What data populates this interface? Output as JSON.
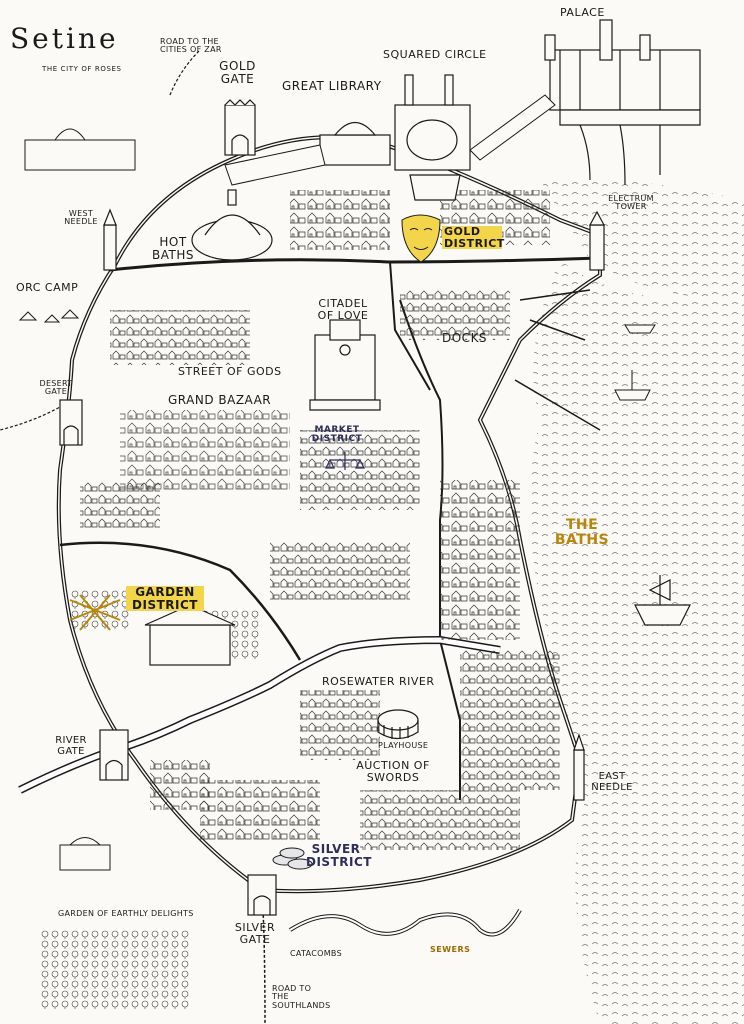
{
  "map": {
    "title": "Setine",
    "subtitle": "The city of roses",
    "labels": {
      "road_zar": "Road to the cities of Zar",
      "gold_gate": "Gold Gate",
      "great_library": "Great Library",
      "squared_circle": "Squared Circle",
      "palace": "Palace",
      "electrum_tower": "Electrum Tower",
      "west_needle": "West Needle",
      "hot_baths": "Hot Baths",
      "gold_district": "Gold District",
      "orc_camp": "Orc Camp",
      "citadel_of_love": "Citadel of Love",
      "docks": "Docks",
      "street_of_gods": "Street of Gods",
      "desert_gate": "Desert Gate",
      "grand_bazaar": "Grand Bazaar",
      "market_district": "Market District",
      "the_baths": "The Baths",
      "garden_district": "Garden District",
      "rosewater_river": "Rosewater River",
      "playhouse": "Playhouse",
      "river_gate": "River Gate",
      "auction_of_swords": "Auction of Swords",
      "east_needle": "East Needle",
      "silver_district": "Silver District",
      "garden_of_earthly_delights": "Garden of Earthly Delights",
      "silver_gate": "Silver Gate",
      "catacombs": "Catacombs",
      "sewers": "Sewers",
      "road_southlands": "Road to the Southlands"
    },
    "colors": {
      "ink": "#1a1a1a",
      "paper": "#fbfaf6",
      "gold": "#b8860b",
      "highlight": "#f3d54c",
      "silver_ink": "#2e2e5c",
      "water": "#ffffff"
    },
    "icons": [
      "mask-icon",
      "coin-stack-icon",
      "scales-icon",
      "ship-icon",
      "tower-icon",
      "dome-icon"
    ]
  }
}
